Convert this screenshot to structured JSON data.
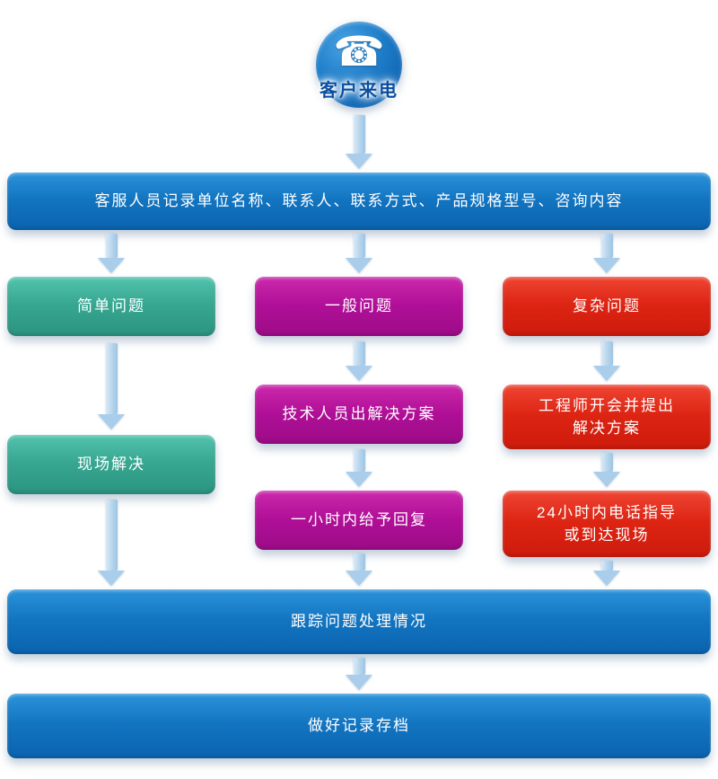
{
  "flow": {
    "start": {
      "label": "客户来电",
      "icon": "phone-icon",
      "icon_glyph": "☎"
    },
    "record_bar": "客服人员记录单位名称、联系人、联系方式、产品规格型号、咨询内容",
    "columns": {
      "simple": {
        "title": "简单问题",
        "steps": [
          "现场解决"
        ],
        "color": "#37a691"
      },
      "general": {
        "title": "一般问题",
        "steps": [
          "技术人员出解决方案",
          "一小时内给予回复"
        ],
        "color": "#b00f97"
      },
      "complex": {
        "title": "复杂问题",
        "steps": [
          "工程师开会并提出\n解决方案",
          "24小时内电话指导\n或到达现场"
        ],
        "color": "#dd2413"
      }
    },
    "track_bar": "跟踪问题处理情况",
    "archive_bar": "做好记录存档"
  },
  "colors": {
    "bar_blue": "#1274c0",
    "simple_teal": "#37a691",
    "general_magenta": "#b00f97",
    "complex_red": "#dd2413",
    "arrow_blue": "#a9cdea",
    "start_label_blue": "#0b4fa0"
  }
}
